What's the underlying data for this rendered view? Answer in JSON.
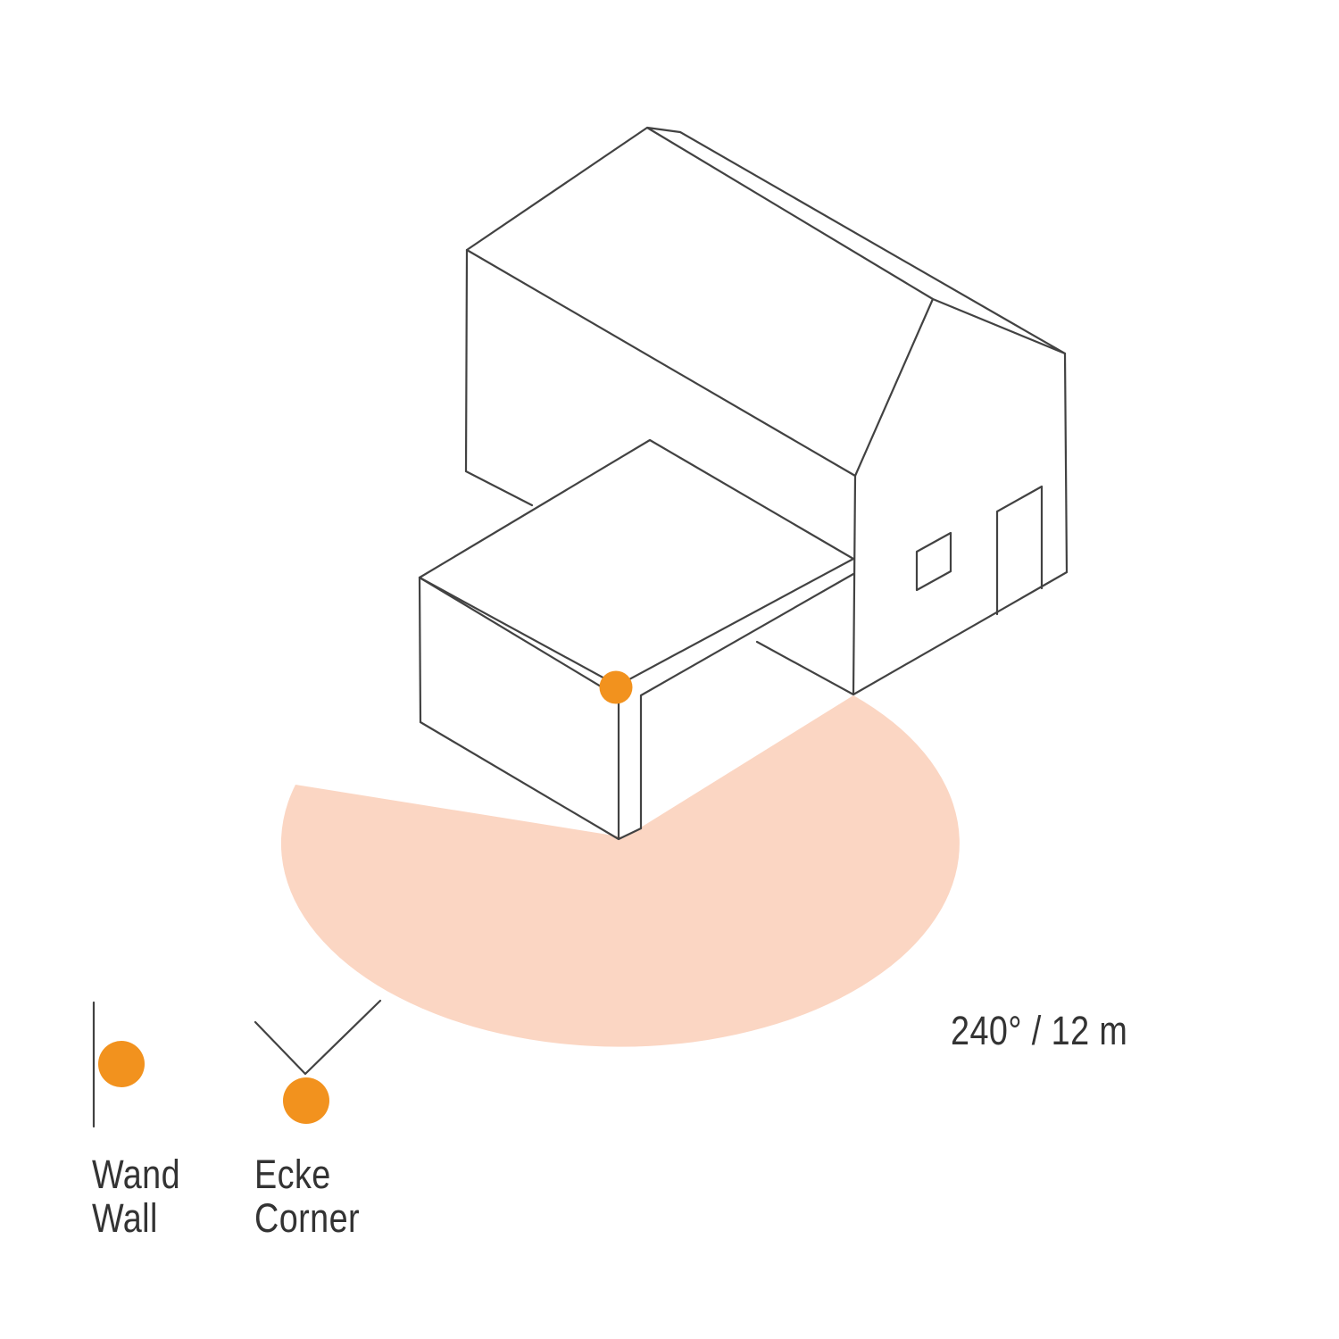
{
  "diagram": {
    "range_label": "240° / 12 m",
    "subject": "motion-sensor-detection-range-illustration"
  },
  "legend": {
    "wall": {
      "de": "Wand",
      "en": "Wall"
    },
    "corner": {
      "de": "Ecke",
      "en": "Corner"
    }
  },
  "icons": {
    "sensor_dot": "filled-orange-circle",
    "wall_mount": "vertical-wall-line-with-sensor-dot",
    "corner_mount": "corner-v-lines-with-sensor-dot"
  },
  "colors": {
    "accent_orange": "#F2921E",
    "detection_zone_pink": "#FBD6C3",
    "line_gray": "#424242",
    "text_gray": "#333333",
    "background": "#FFFFFF"
  }
}
